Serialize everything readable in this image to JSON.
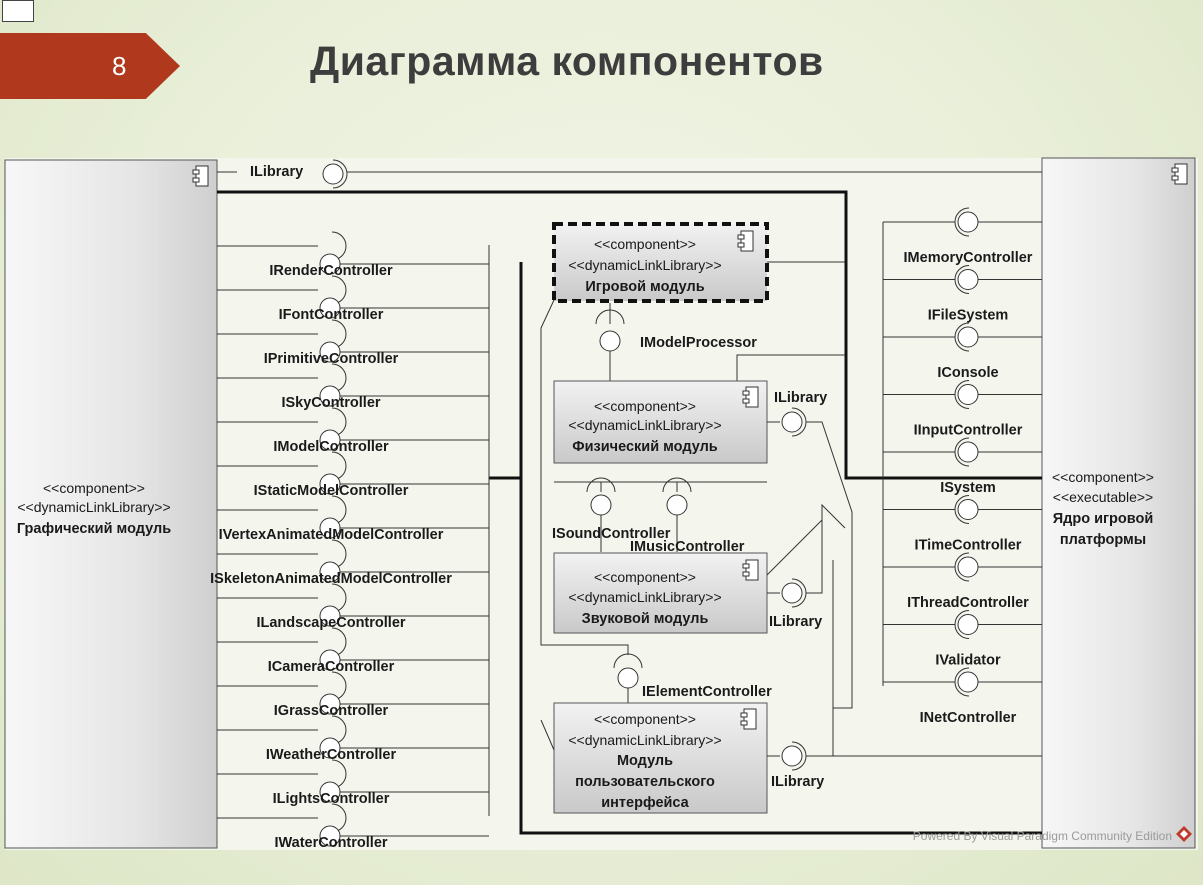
{
  "slide": {
    "number": "8",
    "title": "Диаграмма компонентов"
  },
  "components": {
    "graphics": {
      "stereotypes": [
        "<<component>>",
        "<<dynamicLinkLibrary>>"
      ],
      "name": "Графический модуль"
    },
    "core": {
      "stereotypes": [
        "<<component>>",
        "<<executable>>"
      ],
      "name": [
        "Ядро игровой",
        "платформы"
      ]
    },
    "game": {
      "stereotypes": [
        "<<component>>",
        "<<dynamicLinkLibrary>>"
      ],
      "name": "Игровой модуль"
    },
    "physics": {
      "stereotypes": [
        "<<component>>",
        "<<dynamicLinkLibrary>>"
      ],
      "name": "Физический модуль"
    },
    "sound": {
      "stereotypes": [
        "<<component>>",
        "<<dynamicLinkLibrary>>"
      ],
      "name": "Звуковой модуль"
    },
    "ui": {
      "stereotypes": [
        "<<component>>",
        "<<dynamicLinkLibrary>>"
      ],
      "name": [
        "Модуль",
        "пользовательского",
        "интерфейса"
      ]
    }
  },
  "interfaces": {
    "top": "ILibrary",
    "graphics": [
      "IRenderController",
      "IFontController",
      "IPrimitiveController",
      "ISkyController",
      "IModelController",
      "IStaticModelController",
      "IVertexAnimatedModelController",
      "ISkeletonAnimatedModelController",
      "ILandscapeController",
      "ICameraController",
      "IGrassController",
      "IWeatherController",
      "ILightsController",
      "IWaterController"
    ],
    "core": [
      "IMemoryController",
      "IFileSystem",
      "IConsole",
      "IInputController",
      "ISystem",
      "ITimeController",
      "IThreadController",
      "IValidator",
      "INetController"
    ],
    "model_processor": "IModelProcessor",
    "physics_library": "ILibrary",
    "sound_controller": "ISoundController",
    "music_controller": "IMusicController",
    "sound_library": "ILibrary",
    "element_controller": "IElementController",
    "ui_library": "ILibrary"
  },
  "watermark": "Powered By  Visual Paradigm Community Edition"
}
